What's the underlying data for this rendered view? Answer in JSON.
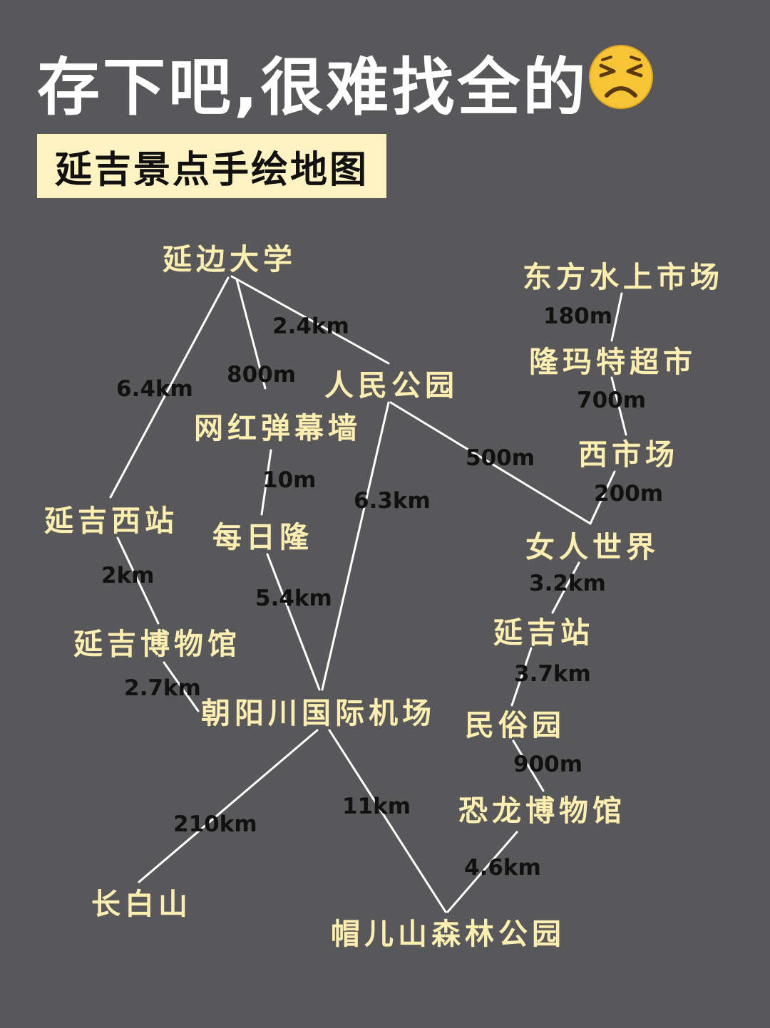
{
  "header": {
    "title": "存下吧,很难找全的",
    "emoji_icon": "persevering-face-emoji",
    "subtitle": "延吉景点手绘地图"
  },
  "colors": {
    "background": "#58585a",
    "place_label": "#fbeeb0",
    "banner": "#fdf3c2",
    "route_line": "#ffffff",
    "distance_label": "#111111"
  },
  "places": {
    "yanbian_university": "延边大学",
    "people_park": "人民公园",
    "wanghong_wall": "网红弹幕墙",
    "meirilong": "每日隆",
    "yanji_west_station": "延吉西站",
    "yanji_museum": "延吉博物馆",
    "airport": "朝阳川国际机场",
    "changbai_mountain": "长白山",
    "maoer_forest_park": "帽儿山森林公园",
    "dongfang_water_market": "东方水上市场",
    "longmate_supermarket": "隆玛特超市",
    "west_market": "西市场",
    "women_world": "女人世界",
    "yanji_station": "延吉站",
    "folk_park": "民俗园",
    "dinosaur_museum": "恐龙博物馆"
  },
  "routes": {
    "univ_to_park": "2.4km",
    "univ_to_west_station": "6.4km",
    "univ_to_wall": "800m",
    "wall_to_meirilong": "10m",
    "meirilong_to_airport": "5.4km",
    "park_to_airport": "6.3km",
    "park_to_women_world": "500m",
    "west_station_to_museum": "2km",
    "museum_to_airport": "2.7km",
    "airport_to_changbai": "210km",
    "airport_to_maoer": "11km",
    "maoer_to_dinosaur": "4.6km",
    "water_market_to_longmate": "180m",
    "longmate_to_west_market": "700m",
    "west_market_to_women_world": "200m",
    "women_world_to_yanji_station": "3.2km",
    "yanji_station_to_folk_park": "3.7km",
    "folk_park_to_dinosaur": "900m"
  }
}
